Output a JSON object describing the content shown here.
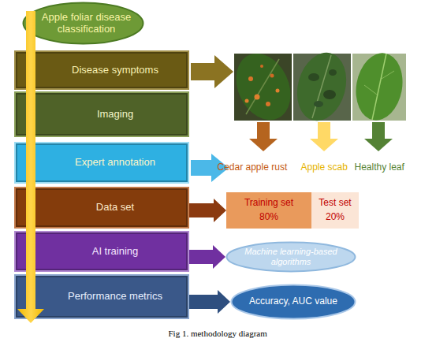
{
  "diagram": {
    "caption": "Fig 1. methodology diagram",
    "nodes": [
      {
        "text": [
          "Apple foliar disease classification"
        ]
      },
      {
        "text": [
          "Disease symptoms"
        ]
      },
      {
        "text": [
          "Imaging"
        ]
      },
      {
        "text": [
          "Expert annotation"
        ]
      },
      {
        "text": [
          "Data set"
        ]
      },
      {
        "text": [
          "AI training"
        ]
      },
      {
        "text": [
          "Performance metrics"
        ]
      },
      {
        "text": [
          "Training set",
          "80%"
        ]
      },
      {
        "text": [
          "Test set",
          "20%"
        ]
      },
      {
        "text": [
          "Machine learning-based algorithms"
        ]
      },
      {
        "text": [
          "Accuracy, AUC value"
        ]
      }
    ],
    "edges": [
      {
        "from": 4,
        "to": 7,
        "arrow": "to"
      },
      {
        "from": 5,
        "to": 9,
        "arrow": "to"
      },
      {
        "from": 6,
        "to": 10,
        "arrow": "to"
      }
    ],
    "labels": [
      "Cedar apple rust",
      "Apple scab",
      "Healthy leaf"
    ]
  }
}
